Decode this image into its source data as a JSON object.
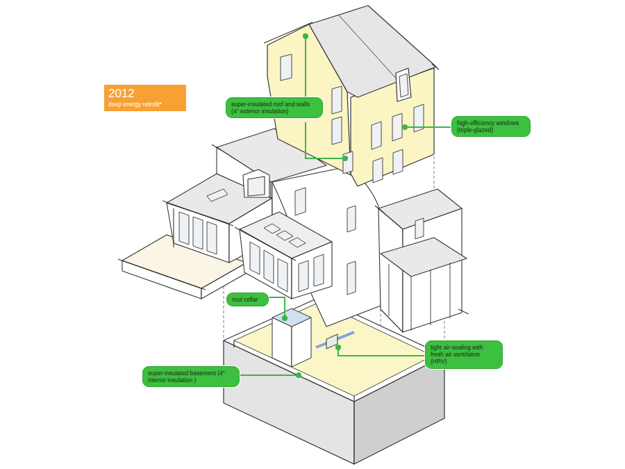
{
  "diagram": {
    "nodes": [
      {
        "text": [
          "2012",
          "deep energy retrofit*"
        ]
      },
      {
        "text": [
          "super-insulated roof and walls (4\" exterior insulation)"
        ]
      },
      {
        "text": [
          "high-efficiency windows (triple-glazed)"
        ]
      },
      {
        "text": [
          "root cellar"
        ]
      },
      {
        "text": [
          "tight air-sealing with fresh air ventilation (HRV)"
        ]
      },
      {
        "text": [
          "super-insulated basement (4\" interior insulation )"
        ]
      }
    ]
  }
}
